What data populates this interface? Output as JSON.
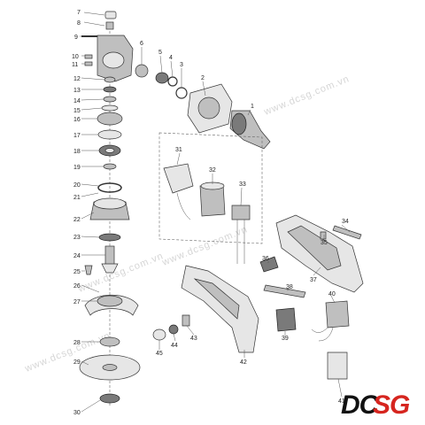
{
  "colors": {
    "line": "#333333",
    "metal": "#bfbfbf",
    "logo_dark": "#111111",
    "logo_red": "#d6251f",
    "watermark": "#d6d6d6"
  },
  "watermark": "www.dcsg.com.vn",
  "logo": {
    "part1": "DC",
    "part2": "SG"
  },
  "callouts": [
    {
      "id": "n7",
      "text": "7"
    },
    {
      "id": "n8",
      "text": "8"
    },
    {
      "id": "n9",
      "text": "9"
    },
    {
      "id": "n10",
      "text": "10"
    },
    {
      "id": "n11",
      "text": "11"
    },
    {
      "id": "n12",
      "text": "12"
    },
    {
      "id": "n13",
      "text": "13"
    },
    {
      "id": "n14",
      "text": "14"
    },
    {
      "id": "n15",
      "text": "15"
    },
    {
      "id": "n16",
      "text": "16"
    },
    {
      "id": "n17",
      "text": "17"
    },
    {
      "id": "n18",
      "text": "18"
    },
    {
      "id": "n19",
      "text": "19"
    },
    {
      "id": "n20",
      "text": "20"
    },
    {
      "id": "n21",
      "text": "21"
    },
    {
      "id": "n22",
      "text": "22"
    },
    {
      "id": "n23",
      "text": "23"
    },
    {
      "id": "n24",
      "text": "24"
    },
    {
      "id": "n25",
      "text": "25"
    },
    {
      "id": "n26",
      "text": "26"
    },
    {
      "id": "n27",
      "text": "27"
    },
    {
      "id": "n28",
      "text": "28"
    },
    {
      "id": "n29",
      "text": "29"
    },
    {
      "id": "n30",
      "text": "30"
    },
    {
      "id": "n6",
      "text": "6"
    },
    {
      "id": "n5",
      "text": "5"
    },
    {
      "id": "n4",
      "text": "4"
    },
    {
      "id": "n3",
      "text": "3"
    },
    {
      "id": "n2",
      "text": "2"
    },
    {
      "id": "n1",
      "text": "1"
    },
    {
      "id": "n31",
      "text": "31"
    },
    {
      "id": "n32",
      "text": "32"
    },
    {
      "id": "n33",
      "text": "33"
    },
    {
      "id": "n34",
      "text": "34"
    },
    {
      "id": "n35",
      "text": "35"
    },
    {
      "id": "n36",
      "text": "36"
    },
    {
      "id": "n37",
      "text": "37"
    },
    {
      "id": "n38",
      "text": "38"
    },
    {
      "id": "n39",
      "text": "39"
    },
    {
      "id": "n40",
      "text": "40"
    },
    {
      "id": "n41",
      "text": "41"
    },
    {
      "id": "n42",
      "text": "42"
    },
    {
      "id": "n43",
      "text": "43"
    },
    {
      "id": "n44",
      "text": "44"
    },
    {
      "id": "n45",
      "text": "45"
    }
  ]
}
